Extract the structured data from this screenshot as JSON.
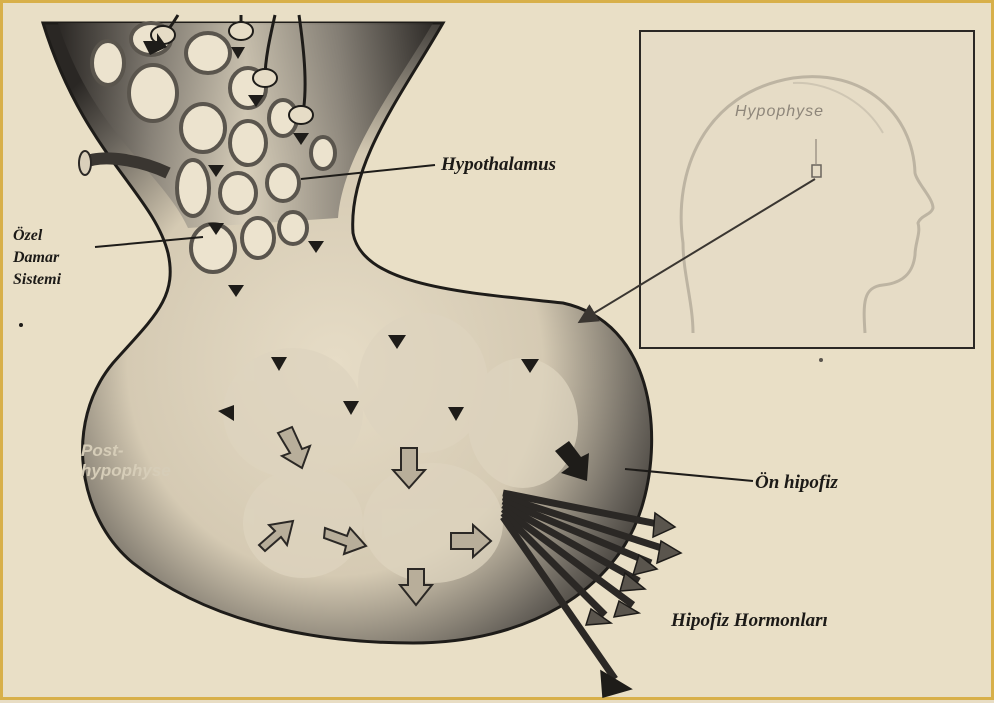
{
  "labels": {
    "hypothalamus": "Hypothalamus",
    "ozel_line1": "Özel",
    "ozel_line2": "Damar",
    "ozel_line3": "Sistemi",
    "on_hipofiz": "Ön hipofiz",
    "hipofiz_hormonlari": "Hipofiz Hormonları",
    "post_line1": "Post-",
    "post_line2": "hypophyse",
    "hypophyse_inset": "Hypophyse"
  },
  "colors": {
    "paper": "#e9dfc6",
    "ink": "#1c1a17",
    "frame": "#d8b04a"
  }
}
